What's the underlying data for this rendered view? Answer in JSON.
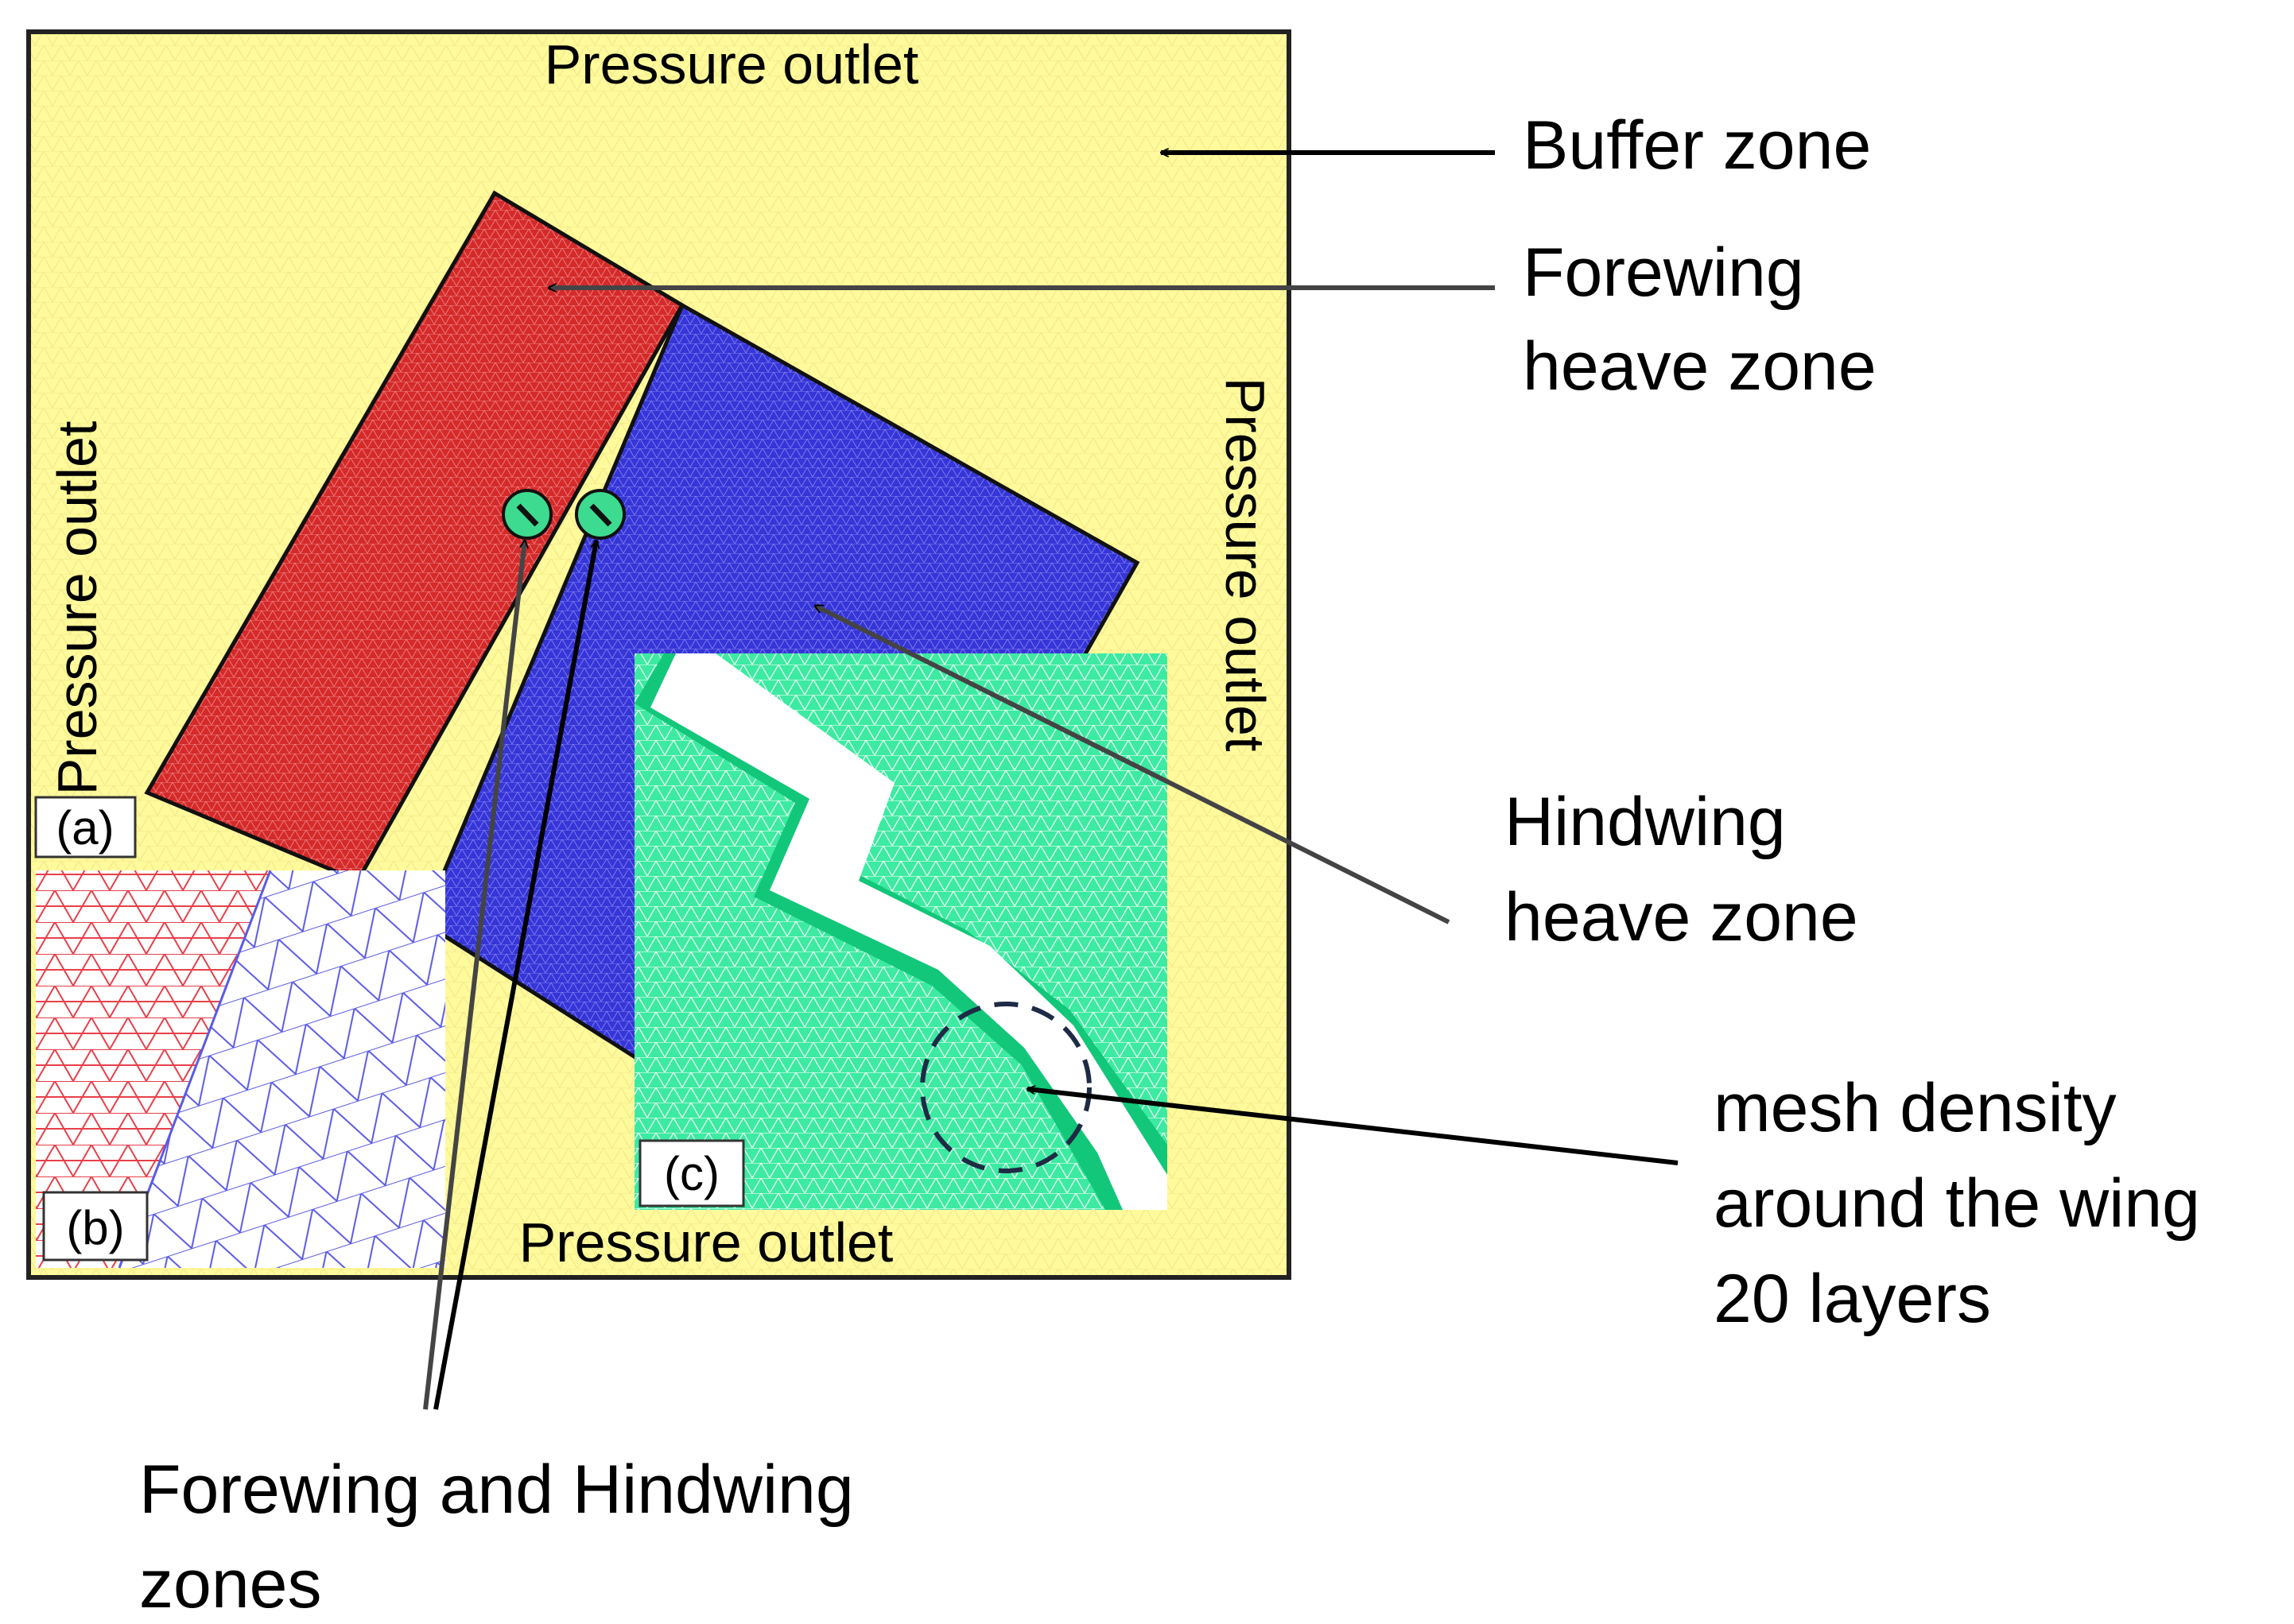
{
  "diagram": {
    "boundaries": {
      "top": "Pressure outlet",
      "bottom": "Pressure outlet",
      "left": "Pressure outlet",
      "right": "Pressure outlet"
    },
    "panel_labels": {
      "a": "(a)",
      "b": "(b)",
      "c": "(c)"
    },
    "callouts": {
      "buffer_zone": "Buffer zone",
      "forewing_heave_1": "Forewing",
      "forewing_heave_2": "heave zone",
      "hindwing_heave_1": "Hindwing",
      "hindwing_heave_2": "heave zone",
      "mesh_1": "mesh density",
      "mesh_2": "around the wing",
      "mesh_3": "20 layers",
      "wing_zones_1": "Forewing and Hindwing",
      "wing_zones_2": "zones"
    },
    "colors": {
      "buffer_zone": "#FFFA9C",
      "forewing_heave_zone": "#D42A2A",
      "hindwing_heave_zone": "#3535D8",
      "wing_zone": "#3DDB8F",
      "inset_c_mesh": "#3DEAA2",
      "inset_b_forewing_mesh": "#E8404A",
      "inset_b_hindwing_mesh": "#5A5AE6",
      "arrow_dark": "#000000",
      "arrow_gray": "#444444",
      "dashed_circle": "#1E2B45"
    }
  }
}
